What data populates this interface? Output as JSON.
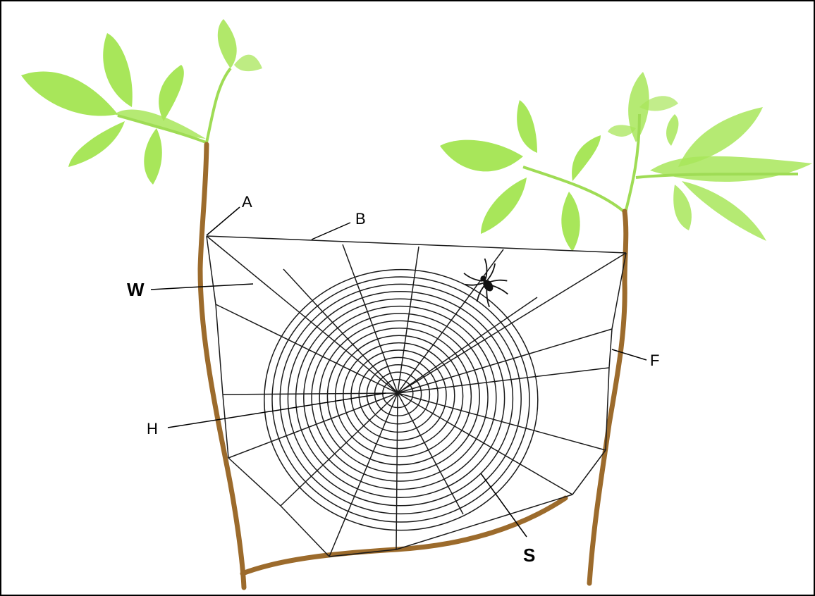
{
  "labels": {
    "A": "A",
    "B": "B",
    "W": "W",
    "F": "F",
    "H": "H",
    "S": "S"
  },
  "colors": {
    "branch": "#9c6b2c",
    "leaf": "#a8e65a",
    "silk": "#1a1a1a",
    "label": "#000000",
    "spider": "#111111"
  }
}
